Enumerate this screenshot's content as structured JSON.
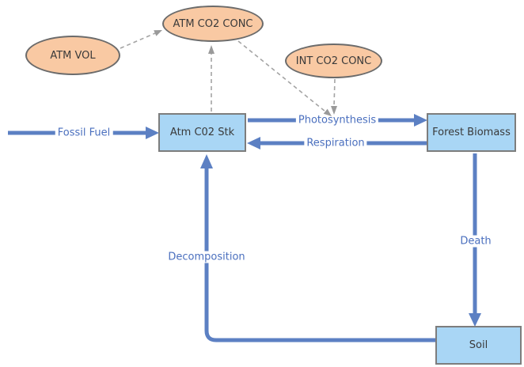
{
  "diagram": {
    "type": "stock-and-flow",
    "colors": {
      "variable_fill": "#F9C9A3",
      "variable_border": "#6B6B6B",
      "stock_fill": "#A9D6F5",
      "stock_border": "#7D7D7D",
      "flow_arrow": "#5C80C3",
      "flow_label_text": "#4A6FBE",
      "influence_dash": "#A4A4A4",
      "node_text": "#3A3A3A",
      "background": "#FFFFFF"
    },
    "variables": [
      {
        "label": "ATM VOL"
      },
      {
        "label": "ATM CO2 CONC"
      },
      {
        "label": "INT CO2 CONC"
      }
    ],
    "stocks": [
      {
        "label": "Atm C02 Stk"
      },
      {
        "label": "Forest Biomass"
      },
      {
        "label": "Soil"
      }
    ],
    "flows": [
      {
        "label": "Fossil Fuel",
        "from": null,
        "to": "Atm C02 Stk"
      },
      {
        "label": "Photosynthesis",
        "from": "Atm C02 Stk",
        "to": "Forest Biomass"
      },
      {
        "label": "Respiration",
        "from": "Forest Biomass",
        "to": "Atm C02 Stk"
      },
      {
        "label": "Death",
        "from": "Forest Biomass",
        "to": "Soil"
      },
      {
        "label": "Decomposition",
        "from": "Soil",
        "to": "Atm C02 Stk"
      }
    ],
    "influences": [
      {
        "from": "ATM VOL",
        "to": "ATM CO2 CONC",
        "style": "dashed"
      },
      {
        "from": "Atm C02 Stk",
        "to": "ATM CO2 CONC",
        "style": "dashed"
      },
      {
        "from": "ATM CO2 CONC",
        "to": "Photosynthesis",
        "style": "dashed"
      },
      {
        "from": "INT CO2 CONC",
        "to": "Photosynthesis",
        "style": "dashed"
      }
    ]
  }
}
